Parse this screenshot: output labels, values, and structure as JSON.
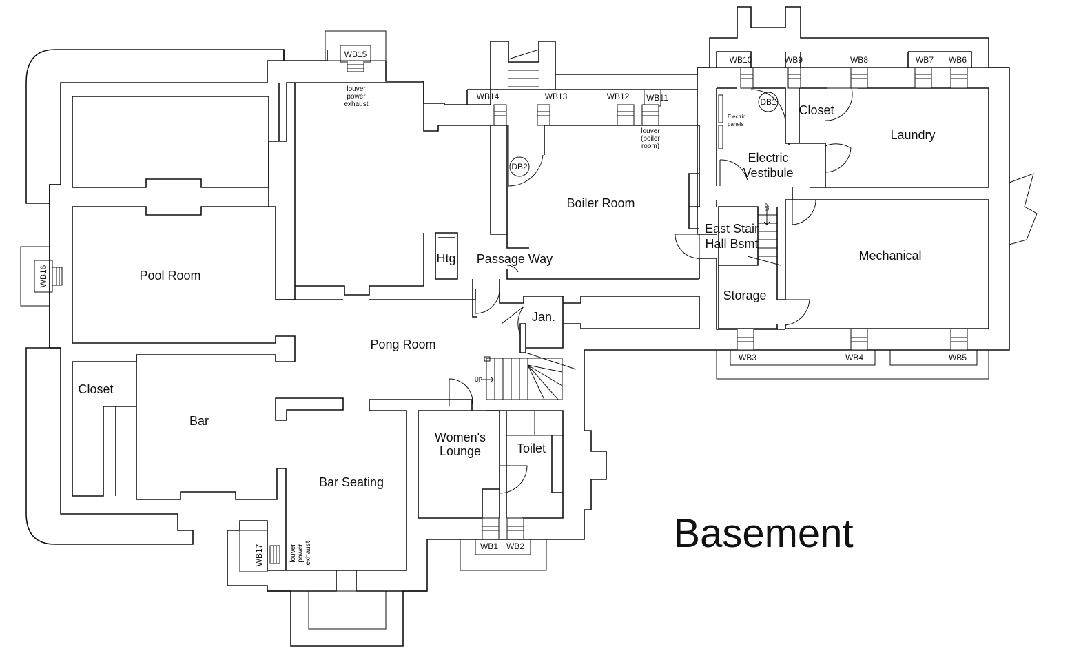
{
  "plan": {
    "title": "Basement",
    "rooms": {
      "pool_room": "Pool Room",
      "pong_room": "Pong Room",
      "closet_west": "Closet",
      "bar": "Bar",
      "bar_seating": "Bar Seating",
      "womens_lounge_1": "Women's",
      "womens_lounge_2": "Lounge",
      "toilet": "Toilet",
      "janitor": "Jan.",
      "heating": "Htg.",
      "passage_way": "Passage Way",
      "boiler_room": "Boiler Room",
      "east_stair_1": "East Stair",
      "east_stair_2": "Hall Bsmt",
      "storage": "Storage",
      "electric_vestibule_1": "Electric",
      "electric_vestibule_2": "Vestibule",
      "closet_east": "Closet",
      "laundry": "Laundry",
      "mechanical": "Mechanical"
    },
    "window_wells": {
      "wb1": "WB1",
      "wb2": "WB2",
      "wb3": "WB3",
      "wb4": "WB4",
      "wb5": "WB5",
      "wb6": "WB6",
      "wb7": "WB7",
      "wb8": "WB8",
      "wb9": "WB9",
      "wb10": "WB10",
      "wb11": "WB11",
      "wb12": "WB12",
      "wb13": "WB13",
      "wb14": "WB14",
      "wb15": "WB15",
      "wb16": "WB16",
      "wb17": "WB17"
    },
    "downspouts": {
      "db1": "DB1",
      "db2": "DB2"
    },
    "notes": {
      "louver_top_1": "louver",
      "louver_top_2": "power",
      "louver_top_3": "exhaust",
      "louver_boiler_1": "louver",
      "louver_boiler_2": "(boiler",
      "louver_boiler_3": "room)",
      "louver_bottom_1": "louver",
      "louver_bottom_2": "power",
      "louver_bottom_3": "exhaust",
      "electric_panels_1": "Electric",
      "electric_panels_2": "panels",
      "stair_up": "UP",
      "stair_up_east": "UP"
    }
  }
}
